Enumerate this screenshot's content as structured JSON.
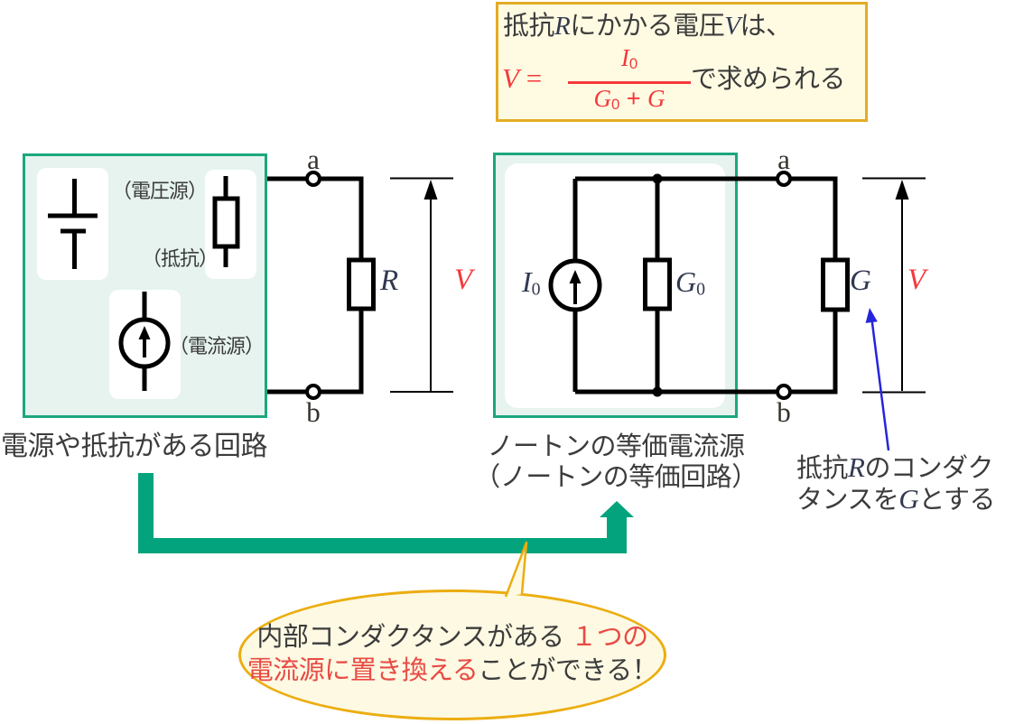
{
  "formula_box": {
    "line1": {
      "pre": "抵抗",
      "r": "R",
      "mid": "にかかる電圧",
      "v": "V",
      "post": "は、"
    },
    "formula": {
      "v": "V",
      "equals": " = ",
      "num_i": "I",
      "num_sub": "0",
      "den_g1": "G",
      "den_g1_sub": "0",
      "den_plus": " + ",
      "den_g2": "G"
    },
    "suffix": "で求められる"
  },
  "source_box": {
    "voltage_source_label": "（電圧源）",
    "resistor_label": "（抵抗）",
    "current_source_label": "（電流源）"
  },
  "left_circuit": {
    "terminal_a": "a",
    "terminal_b": "b",
    "resistor": "R",
    "voltage": "V"
  },
  "norton_circuit": {
    "source_i": "I",
    "source_i_sub": "0",
    "conductance_g": "G",
    "conductance_g_sub": "0",
    "terminal_a": "a",
    "terminal_b": "b",
    "load_g": "G",
    "voltage": "V"
  },
  "captions": {
    "left": "電源や抵抗がある回路",
    "norton_line1": "ノートンの等価電流源",
    "norton_line2": "（ノートンの等価回路）",
    "right_line1": {
      "pre": "抵抗",
      "r": "R",
      "post": "のコンダク"
    },
    "right_line2": {
      "pre": "タンスを",
      "g": "G",
      "post": "とする"
    }
  },
  "bubble": {
    "line1_dark": "内部コンダクタンスがある",
    "line1_red": "１つの",
    "line2_red": "電流源に置き換える",
    "line2_dark": "ことができる！"
  },
  "colors": {
    "green_border": "#1CA77E",
    "green_fill": "#E6F3EE",
    "arrow_green": "#03A47D",
    "gold_border": "#E3AC25",
    "bubble_gold": "#ECAD10",
    "formula_bg": "#FFFBE2",
    "bubble_bg": "#FDF9E3",
    "formula_red": "#F5383B",
    "bubble_red": "#E84A44",
    "math_navy": "#323950",
    "text_dark": "#3C3C3C",
    "arrow_blue": "#2525DC",
    "wire_black": "#000000"
  }
}
